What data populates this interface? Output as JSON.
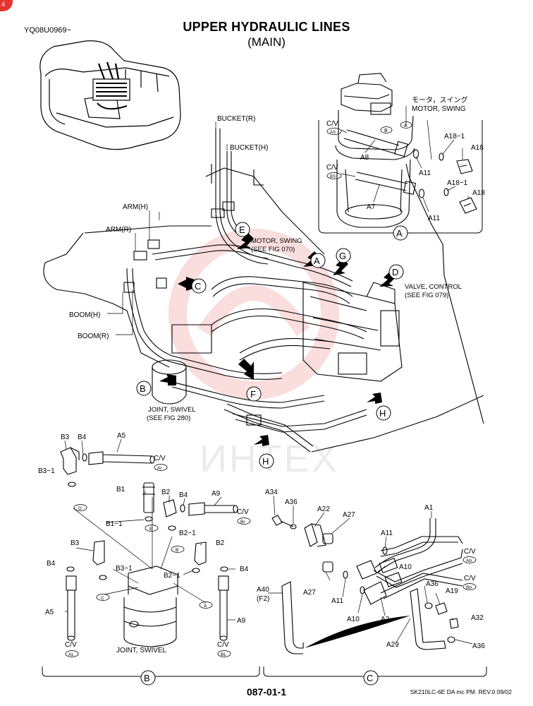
{
  "header": {
    "title": "UPPER HYDRAULIC LINES",
    "subtitle": "(MAIN)",
    "doc_id": "YQ08U0969~",
    "corner_mark": "4"
  },
  "footer": {
    "page_number": "087-01-1",
    "code": "SK210LC-6E DA mc PM.  REV.0 09/02"
  },
  "watermark": "ИНТЕХ",
  "main_labels": {
    "bucket_r": "BUCKET(R)",
    "bucket_h": "BUCKET(H)",
    "arm_h": "ARM(H)",
    "arm_r": "ARM(R)",
    "boom_h": "BOOM(H)",
    "boom_r": "BOOM(R)",
    "motor_swing_1": "MOTOR, SWING",
    "motor_swing_2": "(SEE FIG 070)",
    "valve_control_1": "VALVE, CONTROL",
    "valve_control_2": "(SEE FIG 079)",
    "joint_swivel_1": "JOINT, SWIVEL",
    "joint_swivel_2": "(SEE FIG 280)",
    "view_a": "A",
    "view_b": "B",
    "view_c": "C",
    "view_d": "D",
    "view_e": "E",
    "view_f": "F",
    "view_g": "G",
    "view_h1": "H",
    "view_h2": "H"
  },
  "inset_a": {
    "title_jp": "モータ，スイング",
    "title_en": "MOTOR, SWING",
    "cv": "C/V",
    "cv_as": "AS",
    "cv_bs": "BS",
    "port_a": "A",
    "port_b": "B",
    "a8": "A8",
    "a7": "A7",
    "a11_1": "A11",
    "a11_2": "A11",
    "a18_1a": "A18−1",
    "a18_1b": "A18−1",
    "a18_a": "A18",
    "a18_b": "A18",
    "label": "A"
  },
  "detail_b": {
    "b3": "B3",
    "b4": "B4",
    "a5": "A5",
    "cv_ar": "C/V",
    "ar": "Ar",
    "b3_1": "B3−1",
    "d": "D",
    "b1": "B1",
    "b2": "B2",
    "b4_2": "B4",
    "a9": "A9",
    "cv_br": "C/V",
    "br": "Br",
    "b1_1": "B1−1",
    "e": "E",
    "b2_1": "B2−1",
    "b3_b": "B3",
    "b": "B",
    "b2_b": "B2",
    "b4_3": "B4",
    "b3_1_b": "B3−1",
    "b2_1_b": "B2−1",
    "b4_4": "B4",
    "c": "C",
    "a": "A",
    "a5_b": "A5",
    "a9_b": "A9",
    "cv_al": "C/V",
    "al": "AL",
    "cv_bl": "C/V",
    "bl": "BL",
    "joint_swivel": "JOINT, SWIVEL",
    "label": "B"
  },
  "detail_c": {
    "a34": "A34",
    "a36": "A36",
    "a22": "A22",
    "a27": "A27",
    "a1": "A1",
    "a11": "A11",
    "cv_ab": "C/V",
    "ab": "Ab",
    "a10": "A10",
    "cv_bb": "C/V",
    "bb": "Bb",
    "a27_b": "A27",
    "a11_b": "A11",
    "a36_b": "A36",
    "a19": "A19",
    "a40": "A40",
    "f2": "(F2)",
    "a10_b": "A10",
    "a2": "A2",
    "a32": "A32",
    "a29": "A29",
    "a36_c": "A36",
    "label": "C"
  }
}
